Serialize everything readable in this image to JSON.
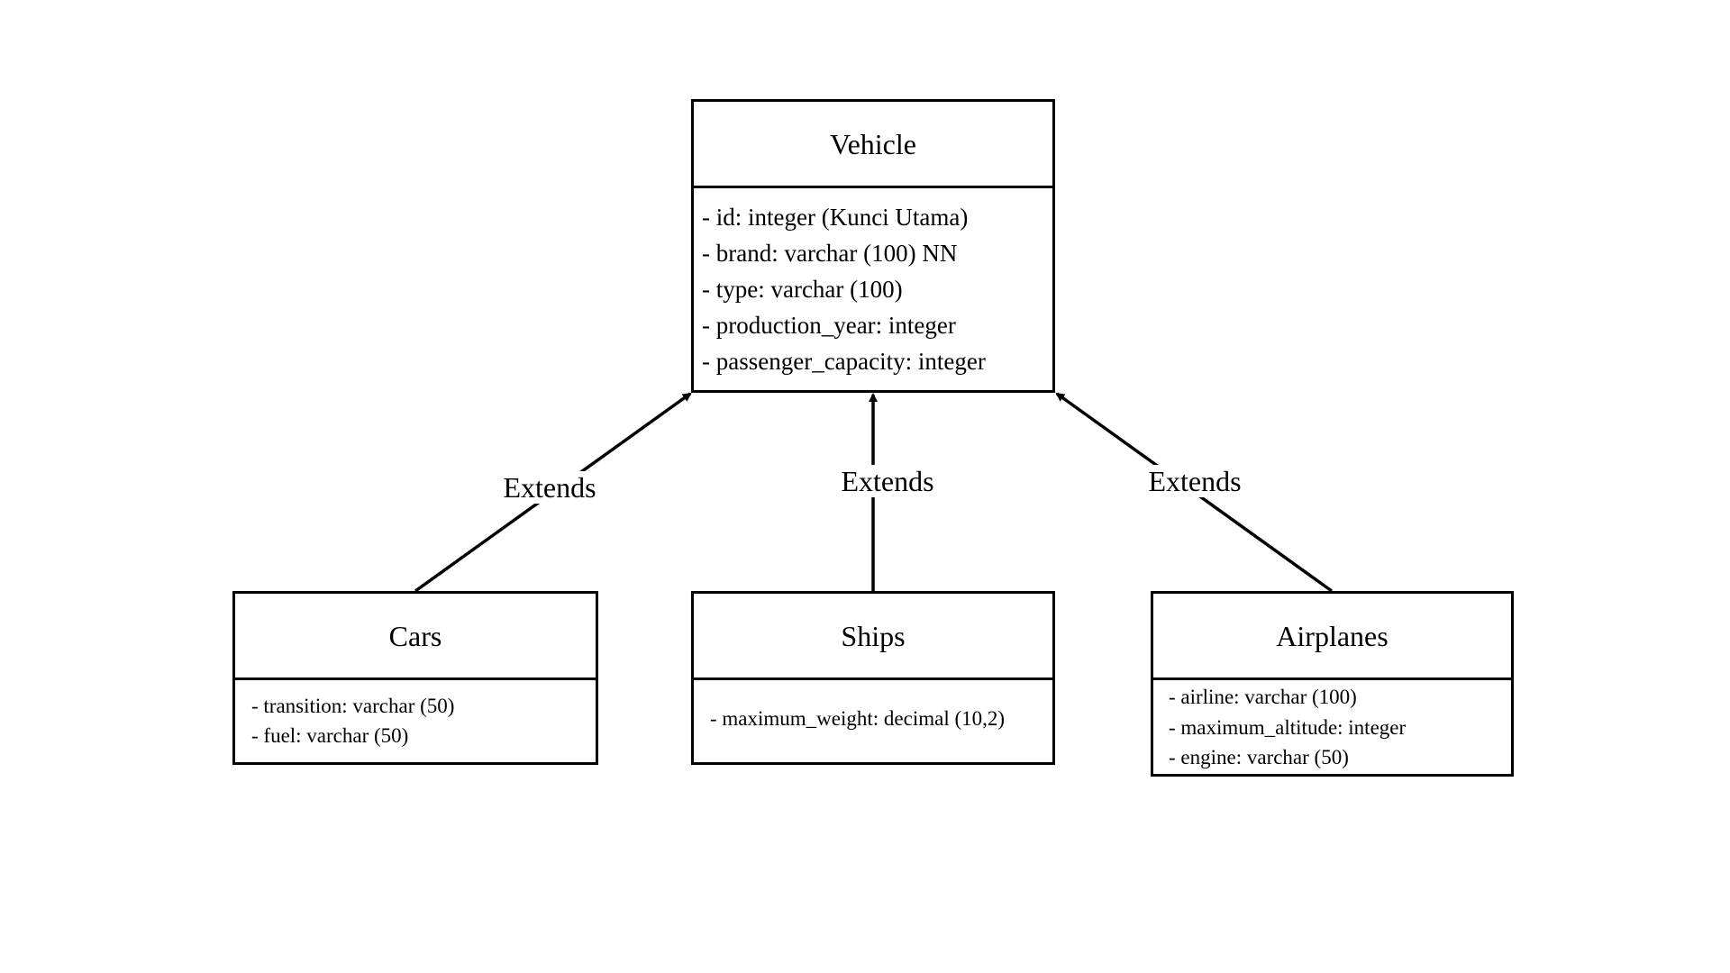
{
  "classes": {
    "vehicle": {
      "title": "Vehicle",
      "attributes": [
        "- id: integer (Kunci Utama)",
        "- brand: varchar (100) NN",
        "- type: varchar (100)",
        "- production_year: integer",
        "- passenger_capacity: integer"
      ]
    },
    "cars": {
      "title": "Cars",
      "attributes": [
        "- transition: varchar (50)",
        "- fuel: varchar (50)"
      ]
    },
    "ships": {
      "title": "Ships",
      "attributes": [
        "- maximum_weight: decimal (10,2)"
      ]
    },
    "airplanes": {
      "title": "Airplanes",
      "attributes": [
        "- airline: varchar (100)",
        "- maximum_altitude: integer",
        "- engine: varchar (50)"
      ]
    }
  },
  "relations": {
    "cars": "Extends",
    "ships": "Extends",
    "airplanes": "Extends"
  },
  "colors": {
    "line": "#000000",
    "background": "#ffffff"
  }
}
